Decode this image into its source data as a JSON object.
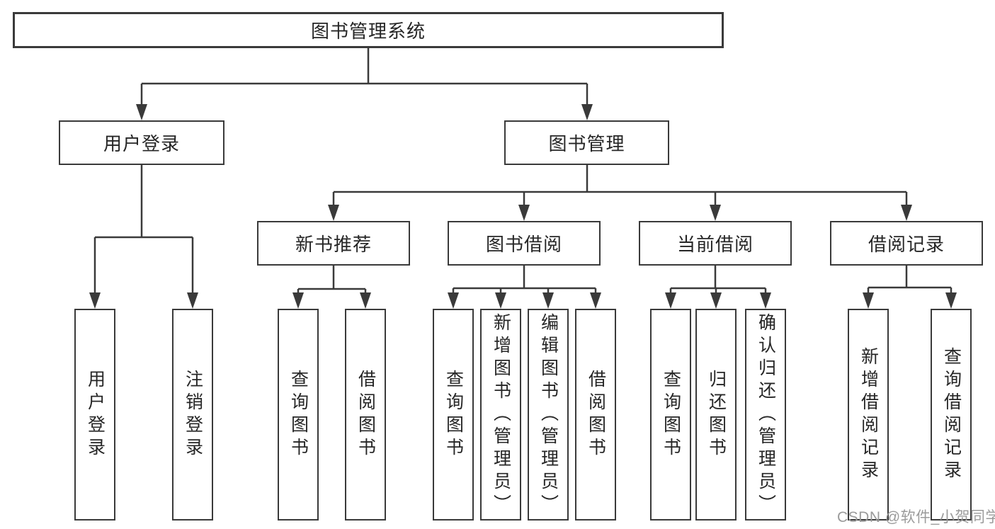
{
  "diagram": {
    "tree": {
      "label": "图书管理系统",
      "children": [
        {
          "label": "用户登录",
          "children": [
            {
              "label": "用户登录"
            },
            {
              "label": "注销登录"
            }
          ]
        },
        {
          "label": "图书管理",
          "children": [
            {
              "label": "新书推荐",
              "children": [
                {
                  "label": "查询图书"
                },
                {
                  "label": "借阅图书"
                }
              ]
            },
            {
              "label": "图书借阅",
              "children": [
                {
                  "label": "查询图书"
                },
                {
                  "label": "新增图书（管理员）"
                },
                {
                  "label": "编辑图书（管理员）"
                },
                {
                  "label": "借阅图书"
                }
              ]
            },
            {
              "label": "当前借阅",
              "children": [
                {
                  "label": "查询图书"
                },
                {
                  "label": "归还图书"
                },
                {
                  "label": "确认归还（管理员）"
                }
              ]
            },
            {
              "label": "借阅记录",
              "children": [
                {
                  "label": "新增借阅记录"
                },
                {
                  "label": "查询借阅记录"
                }
              ]
            }
          ]
        }
      ]
    },
    "watermark": "CSDN @软件_小贺同学",
    "colors": {
      "line": "#3a3a3a",
      "text": "#262626",
      "watermark": "#9b9b9b",
      "background": "#ffffff"
    }
  }
}
